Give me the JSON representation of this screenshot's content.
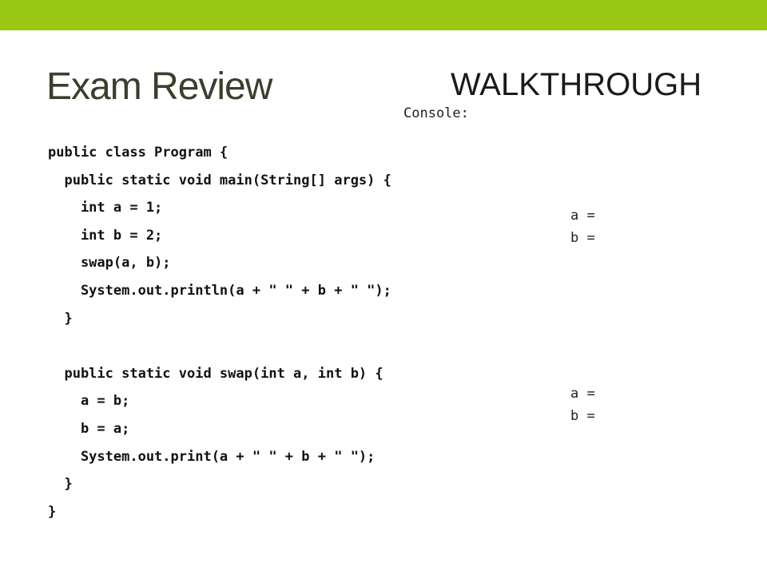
{
  "header": {
    "bar_color": "#99c712",
    "title": "Exam Review",
    "subtitle": "WALKTHROUGH",
    "console_label": "Console:"
  },
  "code": {
    "lines": [
      "public class Program {",
      "  public static void main(String[] args) {",
      "    int a = 1;",
      "    int b = 2;",
      "    swap(a, b);",
      "    System.out.println(a + \" \" + b + \" \");",
      "  }",
      "",
      "  public static void swap(int a, int b) {",
      "    a = b;",
      "    b = a;",
      "    System.out.print(a + \" \" + b + \" \");",
      "  }",
      "}"
    ]
  },
  "watch": {
    "main": [
      "a =",
      "b ="
    ],
    "swap": [
      "a =",
      "b ="
    ]
  }
}
